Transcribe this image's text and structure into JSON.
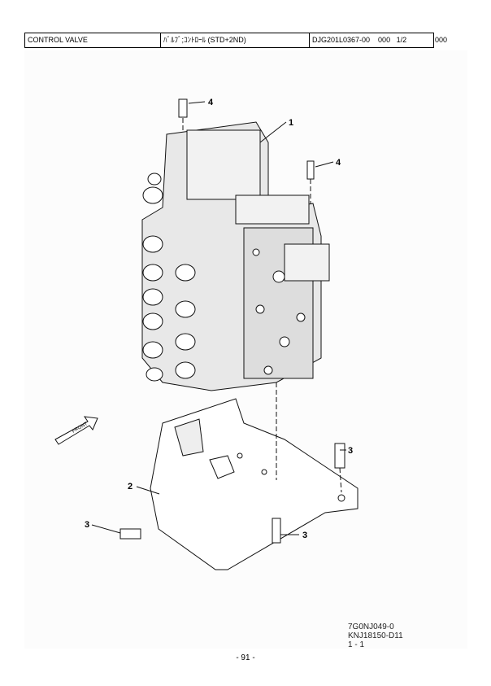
{
  "header": {
    "part_name_en": "CONTROL VALVE",
    "part_name_jp": "ﾊﾞﾙﾌﾞ;ｺﾝﾄﾛｰﾙ (STD+2ND)",
    "part_code": "DJG201L0367-00    000   1/2",
    "extra": "000"
  },
  "drawing": {
    "front_label": "FRONT",
    "callouts": [
      "1",
      "2",
      "3",
      "3",
      "3",
      "4",
      "4"
    ]
  },
  "reference": [
    "7G0NJ049-0",
    "KNJ18150-D11",
    "1 - 1"
  ],
  "page_number": "- 91 -"
}
